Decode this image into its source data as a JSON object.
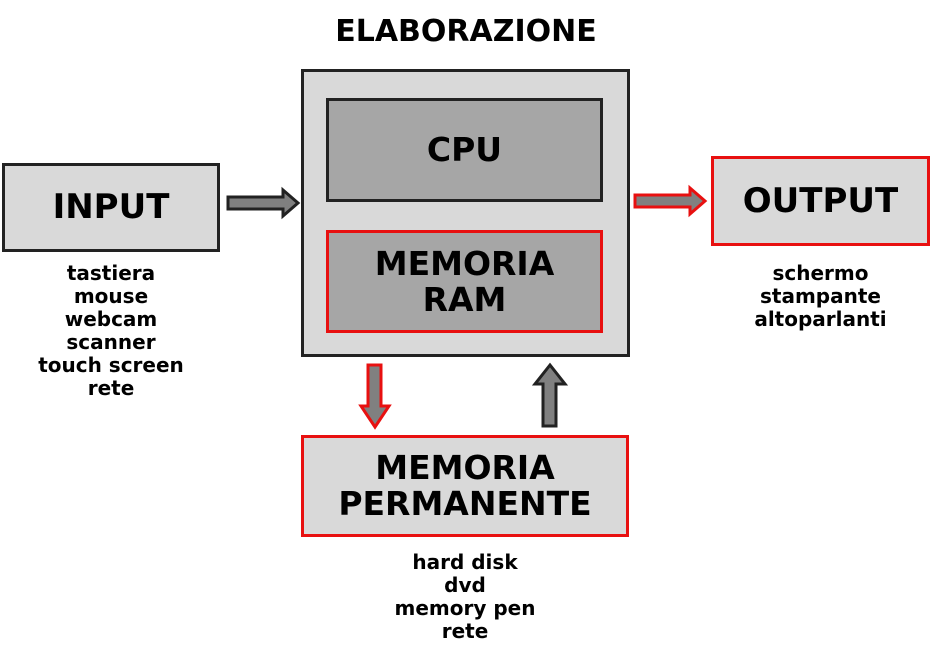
{
  "title": "ELABORAZIONE",
  "input": {
    "label": "INPUT",
    "devices": [
      "tastiera",
      "mouse",
      "webcam",
      "scanner",
      "touch screen",
      "rete"
    ]
  },
  "cpu": {
    "label": "CPU"
  },
  "ram": {
    "label": "MEMORIA\nRAM"
  },
  "output": {
    "label": "OUTPUT",
    "devices": [
      "schermo",
      "stampante",
      "altoparlanti"
    ]
  },
  "storage": {
    "label": "MEMORIA\nPERMANENTE",
    "devices": [
      "hard disk",
      "dvd",
      "memory pen",
      "rete"
    ]
  },
  "colors": {
    "box_fill": "#d9d9d9",
    "inner_fill": "#a6a6a6",
    "border": "#222222",
    "highlight_border": "#e81010",
    "arrow_fill": "#808080"
  }
}
